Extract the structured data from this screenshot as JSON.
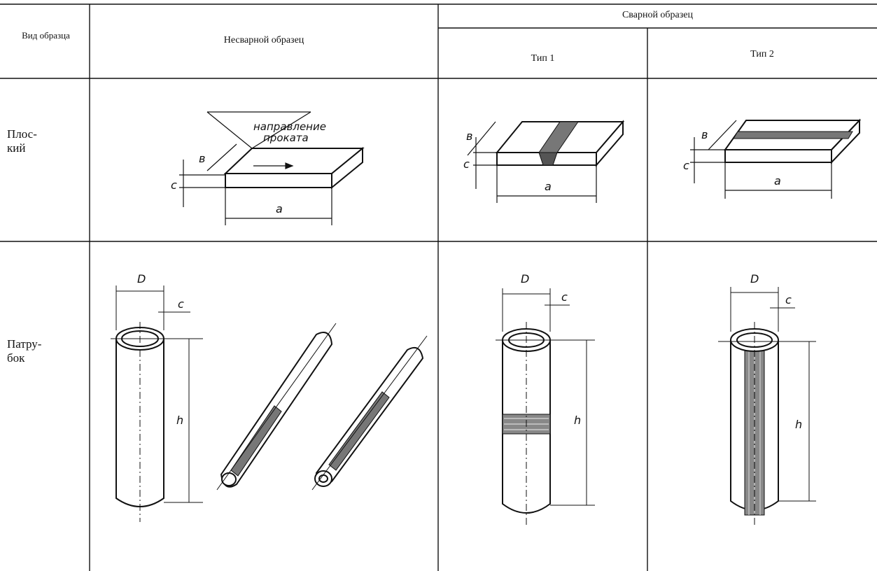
{
  "header": {
    "col_view": "Вид образца",
    "col_unwelded": "Несварной образец",
    "col_welded": "Сварной образец",
    "col_type1": "Тип 1",
    "col_type2": "Тип 2"
  },
  "rows": {
    "flat": {
      "label": "Плос-\nкий"
    },
    "pipe": {
      "label": "Патру-\nбок"
    }
  },
  "annotations": {
    "rolling_direction_1": "направление",
    "rolling_direction_2": "проката",
    "dim_a": "a",
    "dim_b": "в",
    "dim_c": "c",
    "dim_D": "D",
    "dim_h": "h"
  }
}
